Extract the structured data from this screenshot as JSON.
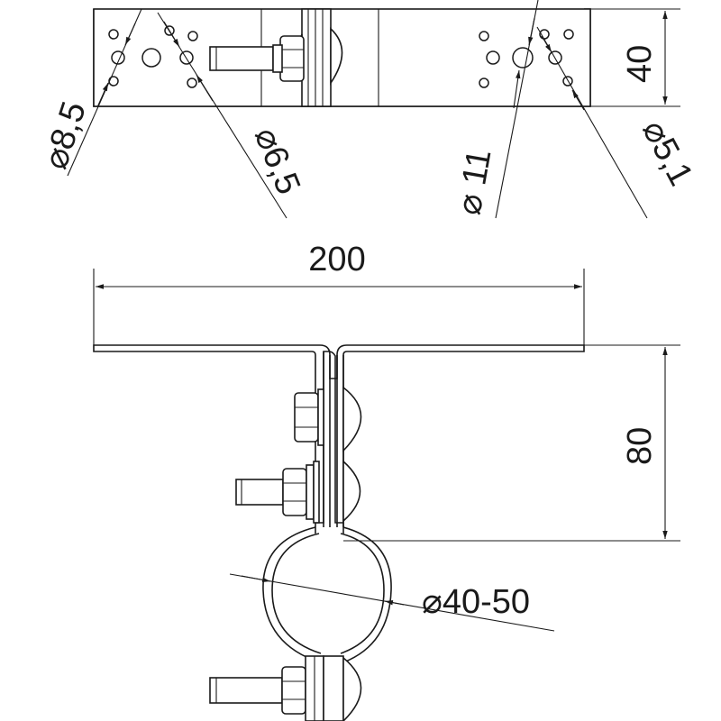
{
  "colors": {
    "line": "#1a1a1a",
    "background": "#ffffff"
  },
  "dimensions": {
    "hole_8_5": "⌀8,5",
    "hole_6_5": "⌀6,5",
    "hole_11": "⌀ 11",
    "hole_5_1": "⌀5,1",
    "height_40": "40",
    "width_200": "200",
    "height_80": "80",
    "pipe_range": "⌀40-50"
  }
}
